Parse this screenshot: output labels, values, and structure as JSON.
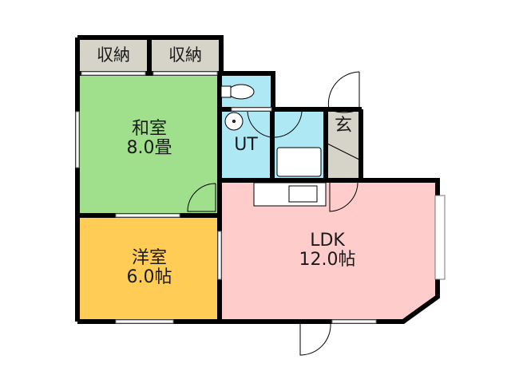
{
  "floorplan": {
    "rooms": {
      "storage_left": {
        "name": "収納"
      },
      "storage_right": {
        "name": "収納"
      },
      "washitsu": {
        "name": "和室",
        "area": "8.0畳"
      },
      "yoshitsu": {
        "name": "洋室",
        "area": "6.0帖"
      },
      "ut": {
        "name": "UT"
      },
      "genkan": {
        "name": "玄"
      },
      "ldk": {
        "name": "LDK",
        "area": "12.0帖"
      }
    },
    "colors": {
      "storage": "#d6d3c8",
      "washitsu": "#a0e08c",
      "yoshitsu": "#ffcc55",
      "wet": "#aee8f5",
      "genkan": "#d6d3c8",
      "ldk": "#ffcccc",
      "wall": "#000000"
    }
  }
}
